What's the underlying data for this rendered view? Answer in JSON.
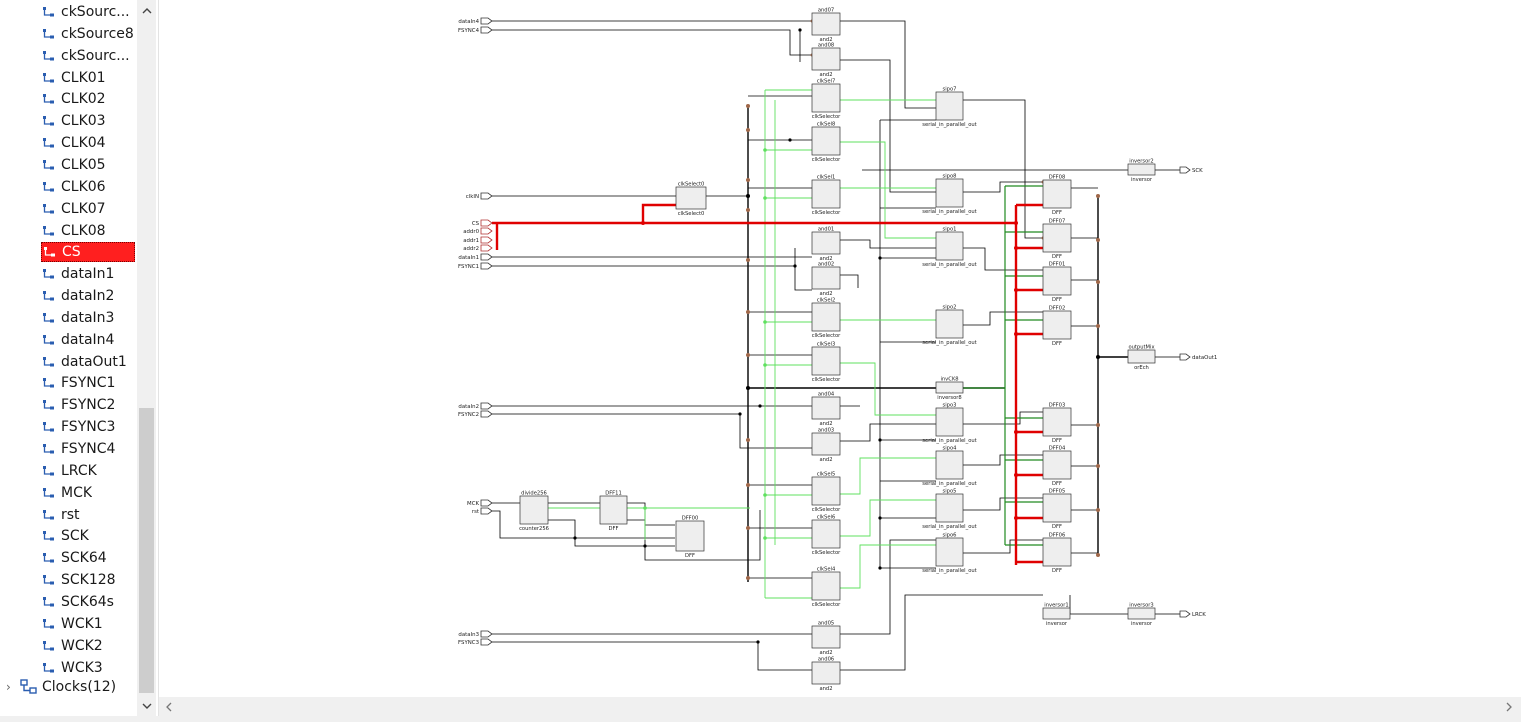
{
  "netlist": {
    "items": [
      {
        "label": "ckSourc...",
        "selected": false
      },
      {
        "label": "ckSource8",
        "selected": false
      },
      {
        "label": "ckSourc...",
        "selected": false
      },
      {
        "label": "CLK01",
        "selected": false
      },
      {
        "label": "CLK02",
        "selected": false
      },
      {
        "label": "CLK03",
        "selected": false
      },
      {
        "label": "CLK04",
        "selected": false
      },
      {
        "label": "CLK05",
        "selected": false
      },
      {
        "label": "CLK06",
        "selected": false
      },
      {
        "label": "CLK07",
        "selected": false
      },
      {
        "label": "CLK08",
        "selected": false
      },
      {
        "label": "CS",
        "selected": true
      },
      {
        "label": "dataIn1",
        "selected": false
      },
      {
        "label": "dataIn2",
        "selected": false
      },
      {
        "label": "dataIn3",
        "selected": false
      },
      {
        "label": "dataIn4",
        "selected": false
      },
      {
        "label": "dataOut1",
        "selected": false
      },
      {
        "label": "FSYNC1",
        "selected": false
      },
      {
        "label": "FSYNC2",
        "selected": false
      },
      {
        "label": "FSYNC3",
        "selected": false
      },
      {
        "label": "FSYNC4",
        "selected": false
      },
      {
        "label": "LRCK",
        "selected": false
      },
      {
        "label": "MCK",
        "selected": false
      },
      {
        "label": "rst",
        "selected": false
      },
      {
        "label": "SCK",
        "selected": false
      },
      {
        "label": "SCK64",
        "selected": false
      },
      {
        "label": "SCK128",
        "selected": false
      },
      {
        "label": "SCK64s",
        "selected": false
      },
      {
        "label": "WCK1",
        "selected": false
      },
      {
        "label": "WCK2",
        "selected": false
      },
      {
        "label": "WCK3",
        "selected": false
      }
    ],
    "group": {
      "label": "Clocks(12)"
    }
  },
  "colors": {
    "highlight_net": "#e00000",
    "selected_bg": "#ff1f1f",
    "clock_net": "#5fe05f",
    "clock_net_dark": "#208a20",
    "wire": "#000000",
    "cell_fill": "#eeeeee"
  },
  "schematic": {
    "input_ports": [
      "dataIn4",
      "FSYNC4",
      "clkIN",
      "CS",
      "addr0",
      "addr1",
      "addr2",
      "dataIn1",
      "FSYNC1",
      "dataIn2",
      "FSYNC2",
      "MCK",
      "rst",
      "dataIn3",
      "FSYNC3"
    ],
    "output_ports": [
      "SCK",
      "dataOut1",
      "LRCK"
    ],
    "cells": [
      {
        "name": "and07",
        "type": "and2"
      },
      {
        "name": "and08",
        "type": "and2"
      },
      {
        "name": "clkSel7",
        "type": "clkSelector"
      },
      {
        "name": "clkSel8",
        "type": "clkSelector"
      },
      {
        "name": "clkSel1",
        "type": "clkSelector"
      },
      {
        "name": "and01",
        "type": "and2"
      },
      {
        "name": "and02",
        "type": "and2"
      },
      {
        "name": "clkSel2",
        "type": "clkSelector"
      },
      {
        "name": "clkSel3",
        "type": "clkSelector"
      },
      {
        "name": "and04",
        "type": "and2"
      },
      {
        "name": "and03",
        "type": "and2"
      },
      {
        "name": "clkSel5",
        "type": "clkSelector"
      },
      {
        "name": "clkSel6",
        "type": "clkSelector"
      },
      {
        "name": "clkSel4",
        "type": "clkSelector"
      },
      {
        "name": "and05",
        "type": "and2"
      },
      {
        "name": "and06",
        "type": "and2"
      },
      {
        "name": "clkSelect0",
        "type": "clkSelect0"
      },
      {
        "name": "divide256",
        "type": "counter256"
      },
      {
        "name": "DFF11",
        "type": "DFF"
      },
      {
        "name": "DFF00",
        "type": "DFF"
      },
      {
        "name": "sipo7",
        "type": "serial_in_parallel_out"
      },
      {
        "name": "sipo8",
        "type": "serial_in_parallel_out"
      },
      {
        "name": "sipo1",
        "type": "serial_in_parallel_out"
      },
      {
        "name": "sipo2",
        "type": "serial_in_parallel_out"
      },
      {
        "name": "invCK8",
        "type": "inversor8"
      },
      {
        "name": "sipo3",
        "type": "serial_in_parallel_out"
      },
      {
        "name": "sipo4",
        "type": "serial_in_parallel_out"
      },
      {
        "name": "sipo5",
        "type": "serial_in_parallel_out"
      },
      {
        "name": "sipo6",
        "type": "serial_in_parallel_out"
      },
      {
        "name": "DFF08",
        "type": "DFF"
      },
      {
        "name": "DFF07",
        "type": "DFF"
      },
      {
        "name": "DFF01",
        "type": "DFF"
      },
      {
        "name": "DFF02",
        "type": "DFF"
      },
      {
        "name": "DFF03",
        "type": "DFF"
      },
      {
        "name": "DFF04",
        "type": "DFF"
      },
      {
        "name": "DFF05",
        "type": "DFF"
      },
      {
        "name": "DFF06",
        "type": "DFF"
      },
      {
        "name": "inversor2",
        "type": "inversor"
      },
      {
        "name": "outputMix",
        "type": "orEch"
      },
      {
        "name": "inversor1",
        "type": "inversor"
      },
      {
        "name": "inversor3",
        "type": "inversor"
      }
    ]
  }
}
